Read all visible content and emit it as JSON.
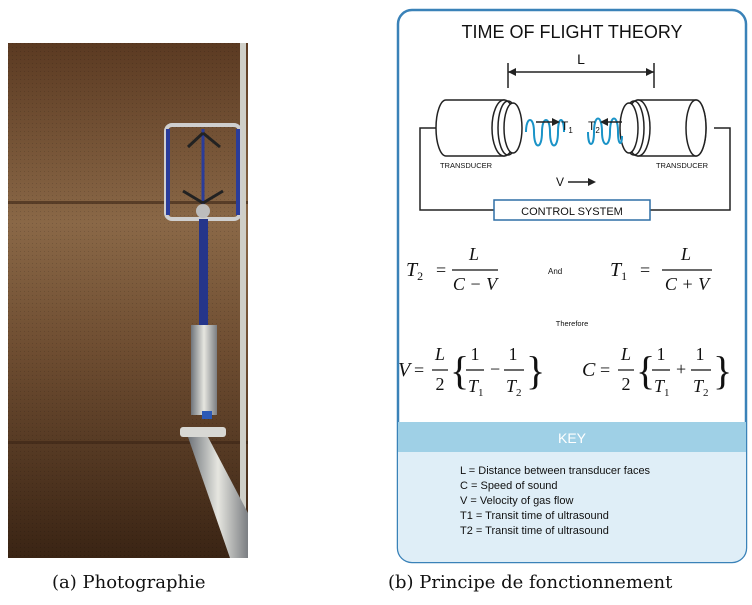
{
  "captions": {
    "a": "(a) Photographie",
    "b": "(b) Principe de fonctionnement"
  },
  "diagram": {
    "title": "TIME OF FLIGHT THEORY",
    "length_label": "L",
    "t1_label": "T",
    "t1_sub": "1",
    "t2_label": "T",
    "t2_sub": "2",
    "transducer_left": "TRANSDUCER",
    "transducer_right": "TRANSDUCER",
    "velocity_label": "V",
    "control_system": "CONTROL SYSTEM",
    "and": "And",
    "therefore": "Therefore",
    "formulas": {
      "t2_lhs": "T",
      "t2_sub": "2",
      "t2_num": "L",
      "t2_den": "C − V",
      "t1_lhs": "T",
      "t1_sub": "1",
      "t1_num": "L",
      "t1_den": "C + V",
      "v_lhs": "V",
      "c_lhs": "C",
      "frac_num": "L",
      "frac_den": "2",
      "one": "1",
      "t": "T",
      "sub1": "1",
      "sub2": "2",
      "minus": "−",
      "plus": "+"
    },
    "key_title": "KEY",
    "key_items": [
      "L = Distance between transducer faces",
      "C = Speed of sound",
      "V = Velocity of gas flow",
      "T1 = Transit time of ultrasound",
      "T2 = Transit time of ultrasound"
    ]
  },
  "colors": {
    "card_border": "#3a82b8",
    "key_band": "#9fd0e6",
    "key_area": "#dfeef7",
    "wave": "#1a93c7",
    "control_box_border": "#2f6fa5"
  }
}
